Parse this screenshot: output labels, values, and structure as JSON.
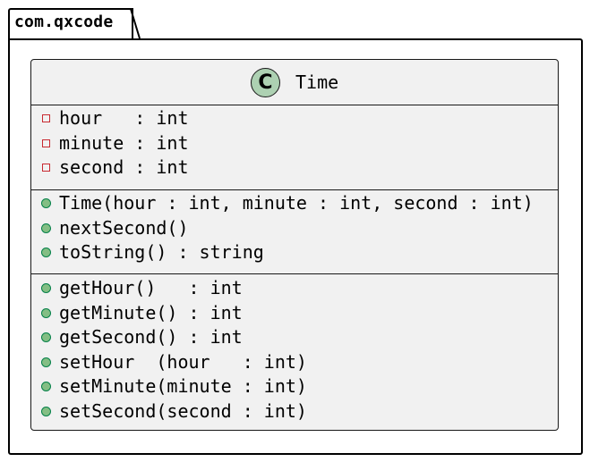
{
  "package": {
    "name": "com.qxcode"
  },
  "class": {
    "stereotype_letter": "C",
    "name": "Time",
    "attributes": [
      {
        "visibility": "private",
        "text": "hour   : int"
      },
      {
        "visibility": "private",
        "text": "minute : int"
      },
      {
        "visibility": "private",
        "text": "second : int"
      }
    ],
    "methods": [
      {
        "visibility": "public",
        "text": "Time(hour : int, minute : int, second : int)"
      },
      {
        "visibility": "public",
        "text": "nextSecond()"
      },
      {
        "visibility": "public",
        "text": "toString() : string"
      }
    ],
    "accessors": [
      {
        "visibility": "public",
        "text": "getHour()   : int"
      },
      {
        "visibility": "public",
        "text": "getMinute() : int"
      },
      {
        "visibility": "public",
        "text": "getSecond() : int"
      },
      {
        "visibility": "public",
        "text": "setHour  (hour   : int)"
      },
      {
        "visibility": "public",
        "text": "setMinute(minute : int)"
      },
      {
        "visibility": "public",
        "text": "setSecond(second : int)"
      }
    ]
  },
  "colors": {
    "class_fill": "#f1f1f1",
    "class_circle": "#add1b2",
    "private_marker": "#c82930",
    "public_marker_fill": "#84be84",
    "public_marker_border": "#038048"
  }
}
